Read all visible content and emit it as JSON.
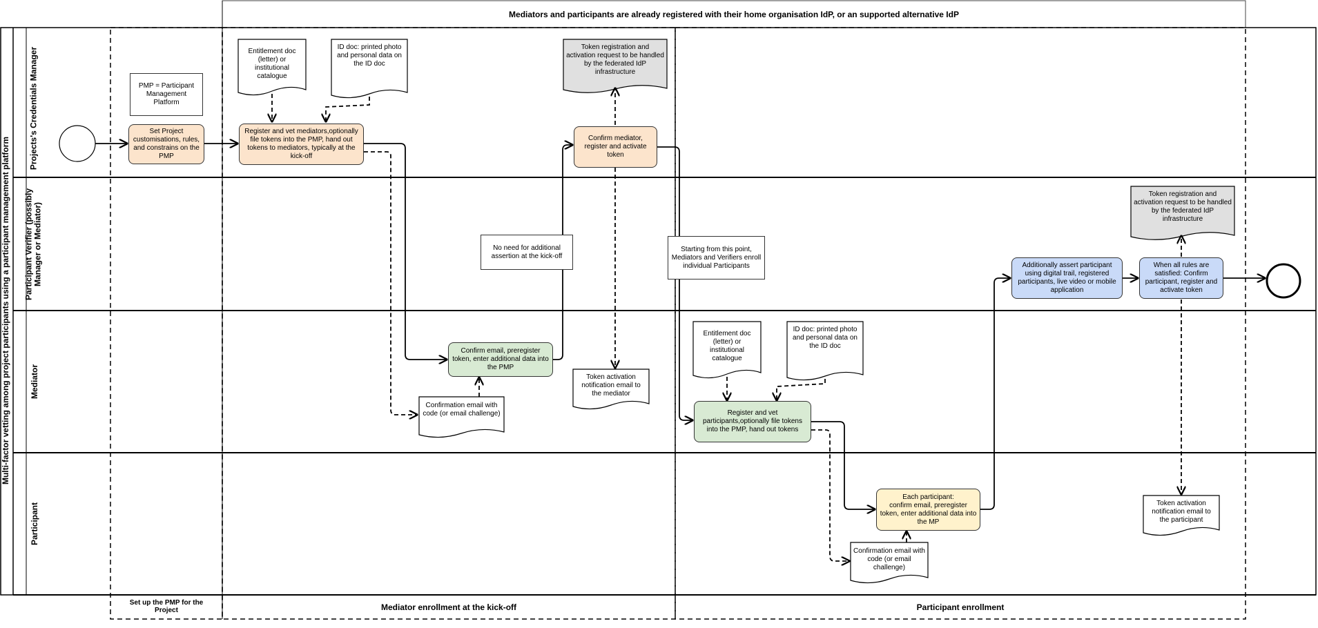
{
  "pool": {
    "title": "Multi-factor vetting among project participants using a participant management platform"
  },
  "banner": "Mediators and participants are already registered with their home organisation IdP, or an supported alternative IdP",
  "lanes": [
    {
      "label": "Projects's Credentials Manager"
    },
    {
      "label": "Participant Verifier (possibly\nManager or Mediator)"
    },
    {
      "label": "Mediator"
    },
    {
      "label": "Participant"
    }
  ],
  "phases": {
    "setup": "Set up the PMP for the Project",
    "mediator": "Mediator enrollment at the kick-off",
    "participant": "Participant enrollment"
  },
  "nodes": {
    "pmp_note": "PMP = Participant Management Platform",
    "set_project": "Set Project customisations, rules, and constrains on the PMP",
    "entitlement_doc_1": "Entitlement doc (letter) or institutional catalogue",
    "id_doc_1": "ID doc: printed photo and personal data on the ID doc",
    "register_mediators": "Register and vet mediators,optionally file tokens into the PMP, hand out tokens to mediators, typically at the kick-off",
    "token_reg_1": "Token registration and activation request to be handled by the federated IdP infrastructure",
    "confirm_mediator": "Confirm mediator, register and activate token",
    "no_need_note": "No need for additional assertion at the kick-off",
    "starting_note": "Starting from this point, Mediators and Verifiers enroll individual Participants",
    "token_reg_2": "Token registration and activation request to be handled by the federated IdP infrastructure",
    "additionally_assert": "Additionally assert participant using digital trail, registered participants, live video or mobile application",
    "all_rules": "When all rules are satisfied: Confirm participant, register and activate token",
    "confirm_email_mediator": "Confirm email, preregister token, enter additional data into the PMP",
    "confirmation_email_1": "Confirmation email with code (or email challenge)",
    "token_notif_mediator": "Token activation notification email to the mediator",
    "entitlement_doc_2": "Entitlement doc (letter) or institutional catalogue",
    "id_doc_2": "ID doc: printed photo and personal data on the ID doc",
    "register_participants": "Register and vet participants,optionally file tokens into the PMP, hand out tokens",
    "each_participant": "Each participant:\nconfirm email, preregister token, enter additional data into the MP",
    "confirmation_email_2": "Confirmation email with code (or email challenge)",
    "token_notif_participant": "Token activation notification email to the participant"
  },
  "colors": {
    "orange": "#fce4cc",
    "green": "#d8ead3",
    "blue": "#c9daf8",
    "yellow": "#fff2cc",
    "grey_doc": "#e0e0e0"
  }
}
